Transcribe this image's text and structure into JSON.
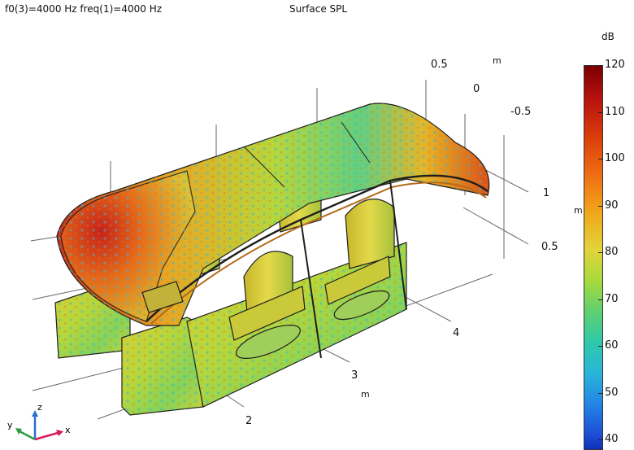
{
  "header": {
    "parameters": "f0(3)=4000 Hz freq(1)=4000 Hz",
    "title": "Surface SPL"
  },
  "axes": {
    "unit_label": "m",
    "y_ticks": [
      "0.5",
      "0",
      "-0.5"
    ],
    "z_ticks": [
      "1",
      "0.5"
    ],
    "x_ticks": [
      "4",
      "3",
      "2"
    ]
  },
  "colorbar": {
    "unit": "dB",
    "ticks": [
      "120",
      "110",
      "100",
      "90",
      "80",
      "70",
      "60",
      "50",
      "40"
    ]
  },
  "triad": {
    "x": "x",
    "y": "y",
    "z": "z"
  },
  "colors": {
    "x_axis": "#d81b60",
    "y_axis": "#2e9e44",
    "z_axis": "#2b6fd1"
  }
}
